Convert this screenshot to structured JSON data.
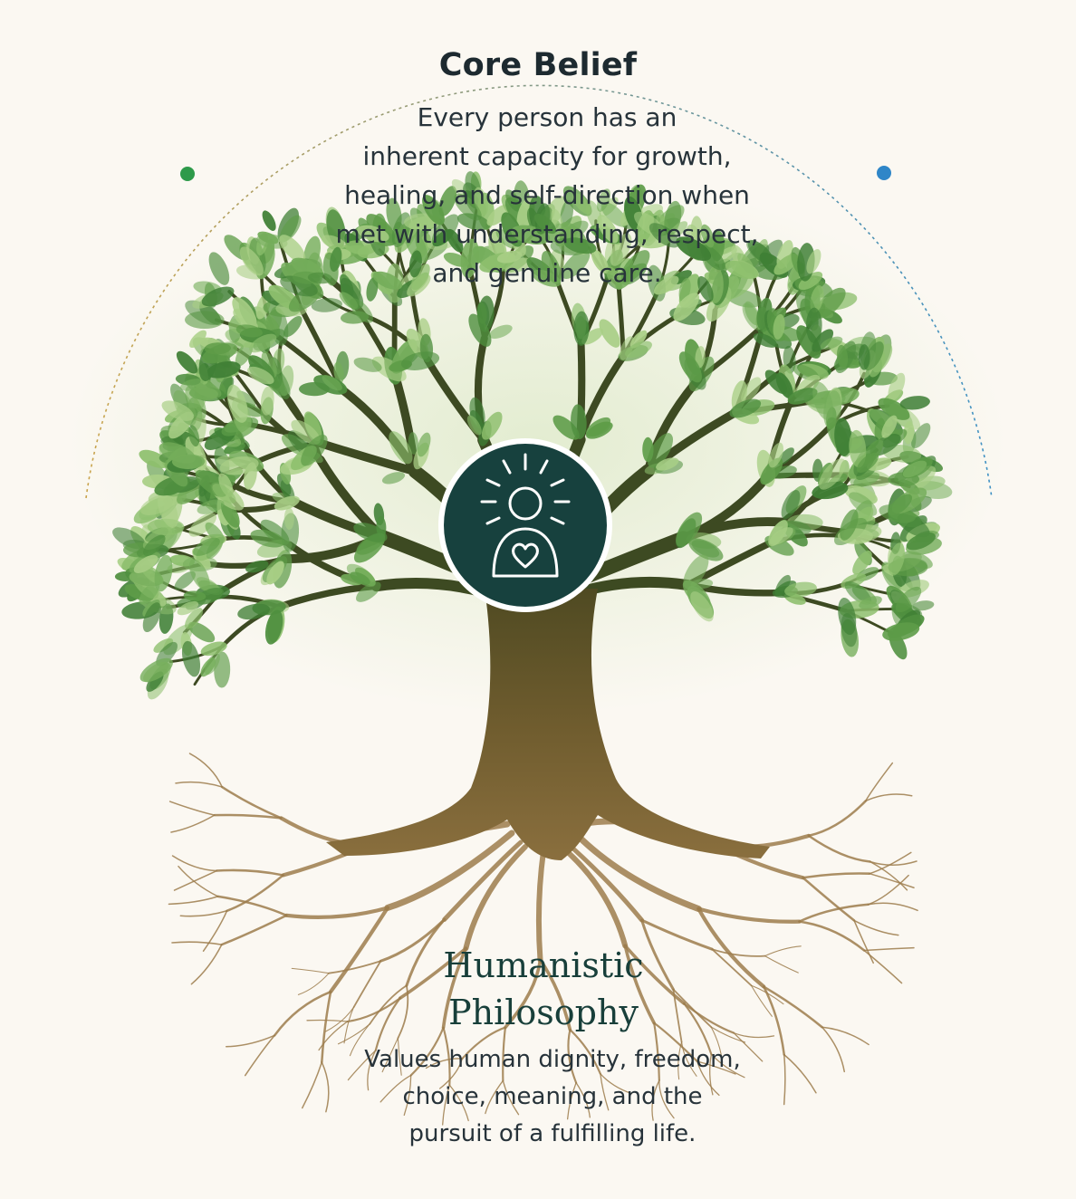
{
  "core_belief": {
    "title": "Core Belief",
    "lines": [
      "Every person has an",
      "inherent capacity for growth,",
      "healing, and self-direction when",
      "met with understanding, respect,",
      "and genuine care."
    ]
  },
  "philosophy": {
    "title_lines": [
      "Humanistic",
      "Philosophy"
    ],
    "lines": [
      "Values human dignity, freedom,",
      "choice, meaning, and the",
      "pursuit of a fulfilling life."
    ]
  },
  "center_badge": {
    "icon": "person-heart-radiance-icon",
    "color": "#17413e"
  },
  "colors": {
    "arc_left": "#c9a24a",
    "arc_right": "#3b8fc4",
    "dot_left": "#2e9a4a",
    "dot_right": "#2f86c8",
    "trunk": "#6b5a2c",
    "leaf_dark": "#4f8f3f",
    "leaf_light": "#a9cf86",
    "root": "#9c7d4c"
  }
}
